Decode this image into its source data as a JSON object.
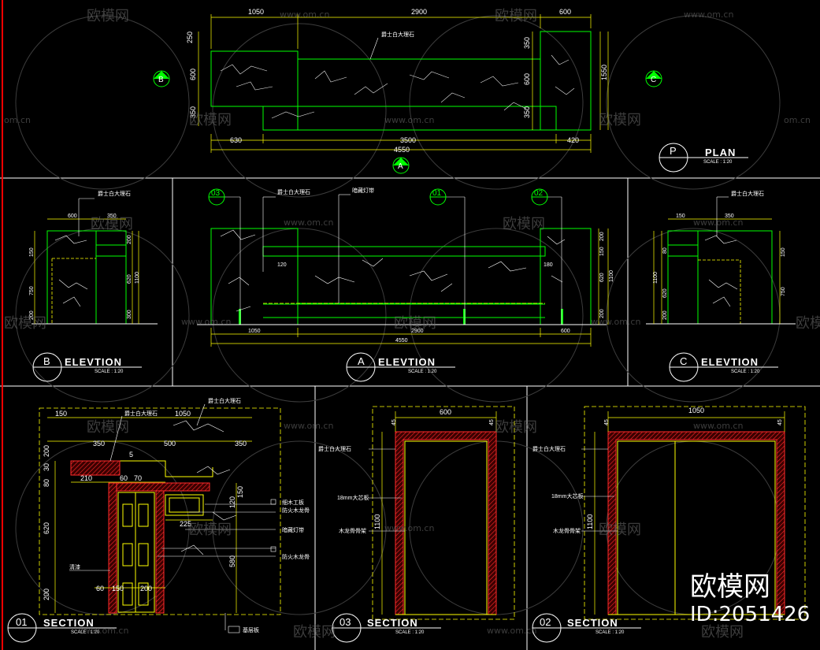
{
  "drawing": {
    "plan": {
      "label": "PLAN",
      "mark": "P",
      "scale": "SCALE : 1:20",
      "dims_top": [
        "1050",
        "2900",
        "600"
      ],
      "dims_bottom": [
        "630",
        "3500",
        "420"
      ],
      "dim_total": "4550",
      "dims_left": [
        "250",
        "600",
        "350"
      ],
      "dims_right": [
        "350",
        "600",
        "350"
      ],
      "dim_right_total": "1550",
      "callout": "爵士白大理石",
      "section_marks": [
        "B",
        "C",
        "A"
      ]
    },
    "elev_b": {
      "label": "ELEVTION",
      "mark": "B",
      "scale": "SCALE : 1:20",
      "dims_top": [
        "600",
        "350"
      ],
      "dims_left": [
        "150",
        "750",
        "200"
      ],
      "dims_right": [
        "200",
        "620",
        "300",
        "1100"
      ],
      "callout": "爵士白大理石"
    },
    "elev_a": {
      "label": "ELEVTION",
      "mark": "A",
      "scale": "SCALE : 1:20",
      "callouts": [
        "爵士白大理石",
        "暗藏灯带",
        "03",
        "01",
        "02"
      ],
      "dims_bottom": [
        "1050",
        "2900",
        "600"
      ],
      "dim_total": "4550",
      "dims_right": [
        "200",
        "150",
        "620",
        "200",
        "1100"
      ],
      "inner_dims": [
        "120",
        "180"
      ]
    },
    "elev_c": {
      "label": "ELEVTION",
      "mark": "C",
      "scale": "SCALE : 1:20",
      "dims_top": [
        "150",
        "350"
      ],
      "dims_left": [
        "1100",
        "620",
        "200"
      ],
      "dims_right": [
        "150",
        "750"
      ],
      "inner_dims": [
        "80"
      ],
      "callout": "爵士白大理石"
    },
    "section_01": {
      "label": "SECTION",
      "mark": "01",
      "scale": "SCALE : 1:20",
      "dims_top": [
        "150",
        "1050"
      ],
      "dims_inner": [
        "350",
        "500",
        "350",
        "210",
        "60",
        "225",
        "60",
        "150",
        "200"
      ],
      "dims_left": [
        "200",
        "30",
        "80",
        "620",
        "200"
      ],
      "dims_right": [
        "120",
        "150",
        "580"
      ],
      "dim_misc": [
        "5",
        "70"
      ],
      "callouts": [
        "爵士白大理石",
        "爵士白大理石",
        "细木工板",
        "防火木龙骨",
        "暗藏灯带",
        "防火木龙骨",
        "清漆",
        "基层板"
      ]
    },
    "section_03": {
      "label": "SECTION",
      "mark": "03",
      "scale": "SCALE : 1:20",
      "dim_top": "600",
      "dims_top_small": [
        "45",
        "45"
      ],
      "dim_left": "1100",
      "callouts": [
        "爵士白大理石",
        "18mm大芯板",
        "木龙骨骨架"
      ]
    },
    "section_02": {
      "label": "SECTION",
      "mark": "02",
      "scale": "SCALE : 1:20",
      "dim_top": "1050",
      "dims_top_small": [
        "45",
        "45"
      ],
      "dim_left": "1100",
      "callouts": [
        "爵士白大理石",
        "18mm大芯板",
        "木龙骨骨架"
      ]
    }
  },
  "watermark": {
    "brand": "欧模网",
    "url": "www.om.cn",
    "partial_url": "om.cn"
  },
  "stamp": {
    "brand": "欧模网",
    "id": "ID:2051426"
  },
  "colors": {
    "background": "#000000",
    "outline": "#00ff00",
    "dimension": "#ffff00",
    "text": "#ffffff",
    "hatch": "#ff2a2a",
    "frame": "#ffffff",
    "border_left": "#ff0000"
  }
}
